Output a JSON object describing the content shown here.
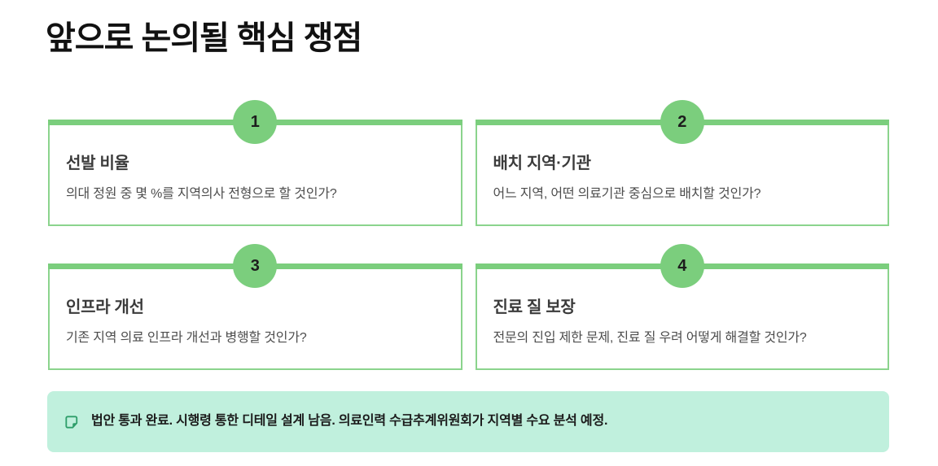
{
  "page": {
    "title": "앞으로 논의될 핵심 쟁점"
  },
  "colors": {
    "accent_green": "#7BCE7D",
    "card_border_green": "#8BD48D",
    "note_background": "#C0F0DD",
    "note_icon_green": "#2E9E6A",
    "title_text": "#111111",
    "card_title_text": "#3B3B3B",
    "card_body_text": "#4D4D4D"
  },
  "cards": [
    {
      "number": "1",
      "title": "선발 비율",
      "description": "의대 정원 중 몇 %를 지역의사 전형으로 할 것인가?"
    },
    {
      "number": "2",
      "title": "배치 지역·기관",
      "description": "어느 지역, 어떤 의료기관 중심으로 배치할 것인가?"
    },
    {
      "number": "3",
      "title": "인프라 개선",
      "description": "기존 지역 의료 인프라 개선과 병행할 것인가?"
    },
    {
      "number": "4",
      "title": "진료 질 보장",
      "description": "전문의 진입 제한 문제, 진료 질 우려 어떻게 해결할 것인가?"
    }
  ],
  "note": {
    "icon": "sticky-note-icon",
    "text": "법안 통과 완료. 시행령 통한 디테일 설계 남음. 의료인력 수급추계위원회가 지역별 수요 분석 예정."
  }
}
